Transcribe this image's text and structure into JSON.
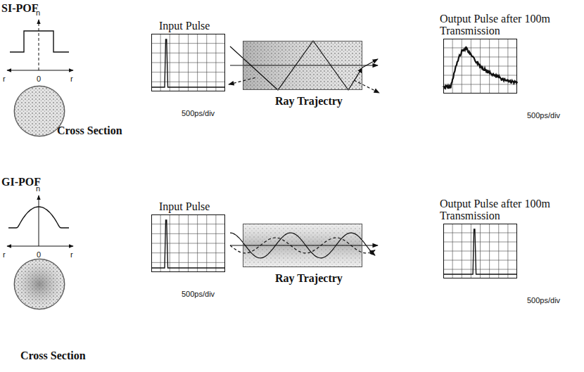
{
  "diagram": {
    "nodes": [
      {
        "text": [
          "Input Pulse",
          "500ps/div"
        ]
      },
      {
        "text": [
          "Ray Trajectry"
        ]
      },
      {
        "text": [
          "Output Pulse after 100m Transmission",
          "500ps/div"
        ]
      },
      {
        "text": [
          "Cross Section"
        ]
      },
      {
        "text": [
          "Input Pulse",
          "500ps/div"
        ]
      },
      {
        "text": [
          "Ray Trajectry"
        ]
      },
      {
        "text": [
          "Output Pulse after 100m Transmission",
          "500ps/div"
        ]
      },
      {
        "text": [
          "Cross Section"
        ]
      }
    ],
    "labels": [
      "SI-POF",
      "n",
      "r",
      "0",
      "r",
      "GI-POF",
      "n",
      "r",
      "0",
      "r"
    ]
  }
}
